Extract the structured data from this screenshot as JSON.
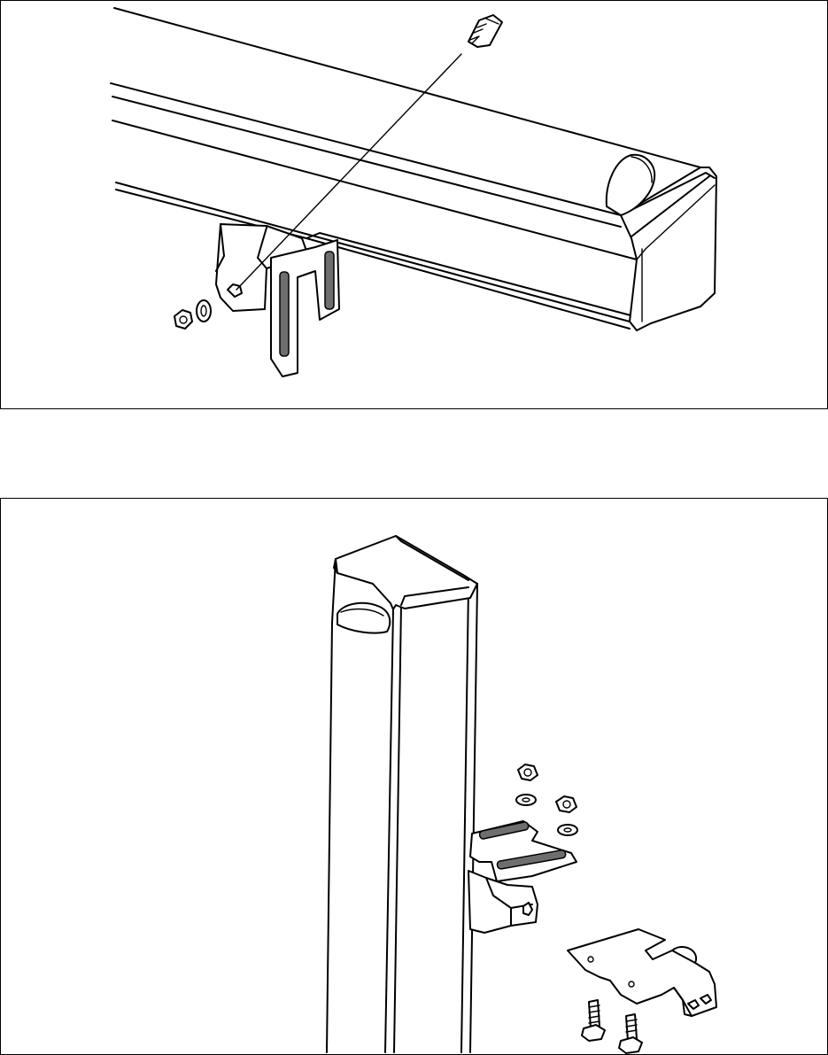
{
  "figure": {
    "panels": [
      {
        "id": "top",
        "view": "horizontal-rail-with-bracket",
        "parts": [
          "rail",
          "end-cap",
          "bracket",
          "bolt",
          "washer",
          "nut"
        ]
      },
      {
        "id": "bottom",
        "view": "vertical-post-with-brackets",
        "parts": [
          "post",
          "end-cap",
          "bracket",
          "mounting-plate",
          "nut",
          "washer",
          "bolt"
        ]
      }
    ],
    "line_color": "#000000",
    "slot_color": "#6e6e6e",
    "background": "#ffffff"
  }
}
